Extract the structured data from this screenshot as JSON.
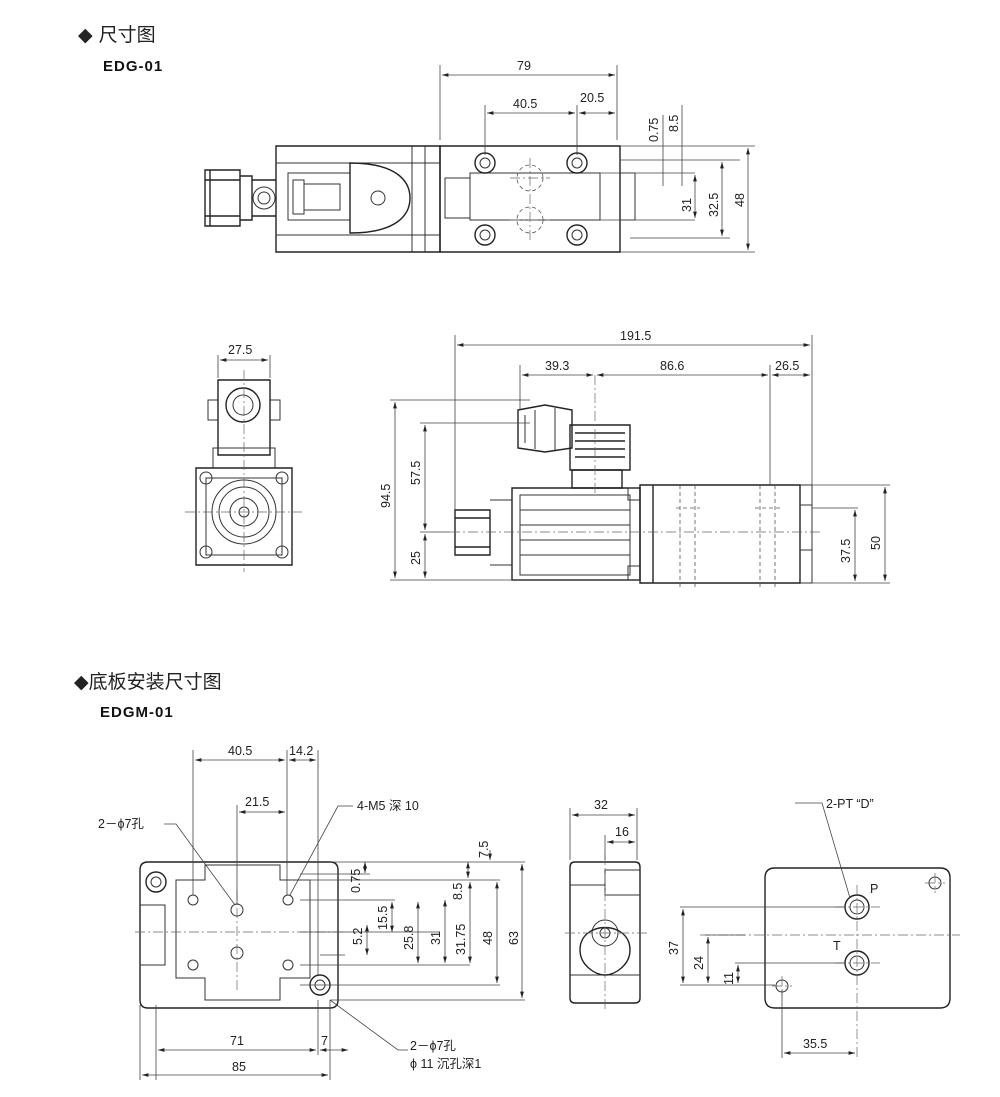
{
  "sections": {
    "dimension_title": "尺寸图",
    "model_1": "EDG-01",
    "baseplate_title": "底板安装尺寸图",
    "model_2": "EDGM-01",
    "bullet": "◆"
  },
  "top_view": {
    "d79": "79",
    "d40_5": "40.5",
    "d20_5": "20.5",
    "d0_75": "0.75",
    "d8_5": "8.5",
    "d31": "31",
    "d32_5": "32.5",
    "d48": "48"
  },
  "end_view": {
    "d27_5": "27.5"
  },
  "side_view": {
    "d191_5": "191.5",
    "d39_3": "39.3",
    "d86_6": "86.6",
    "d26_5": "26.5",
    "d94_5": "94.5",
    "d57_5": "57.5",
    "d25": "25",
    "d37_5": "37.5",
    "d50": "50"
  },
  "plate_view": {
    "d40_5": "40.5",
    "d14_2": "14.2",
    "d21_5": "21.5",
    "hole_label": "2－ϕ7孔",
    "thread_label": "4-M5 深 10",
    "d7_5": "7.5",
    "d0_75": "0.75",
    "d8_5": "8.5",
    "d15_5": "15.5",
    "d5_2": "5.2",
    "d25_8": "25.8",
    "d31": "31",
    "d31_75": "31.75",
    "d48": "48",
    "d63": "63",
    "d71": "71",
    "d7": "7",
    "d85": "85",
    "bottom_label_1": "2－ϕ7孔",
    "bottom_label_2": "ϕ 11 沉孔深1"
  },
  "plate_side": {
    "d32": "32",
    "d16": "16"
  },
  "port_view": {
    "port_label": "2-PT “D”",
    "p": "P",
    "t": "T",
    "d37": "37",
    "d24": "24",
    "d11": "11",
    "d35_5": "35.5"
  }
}
